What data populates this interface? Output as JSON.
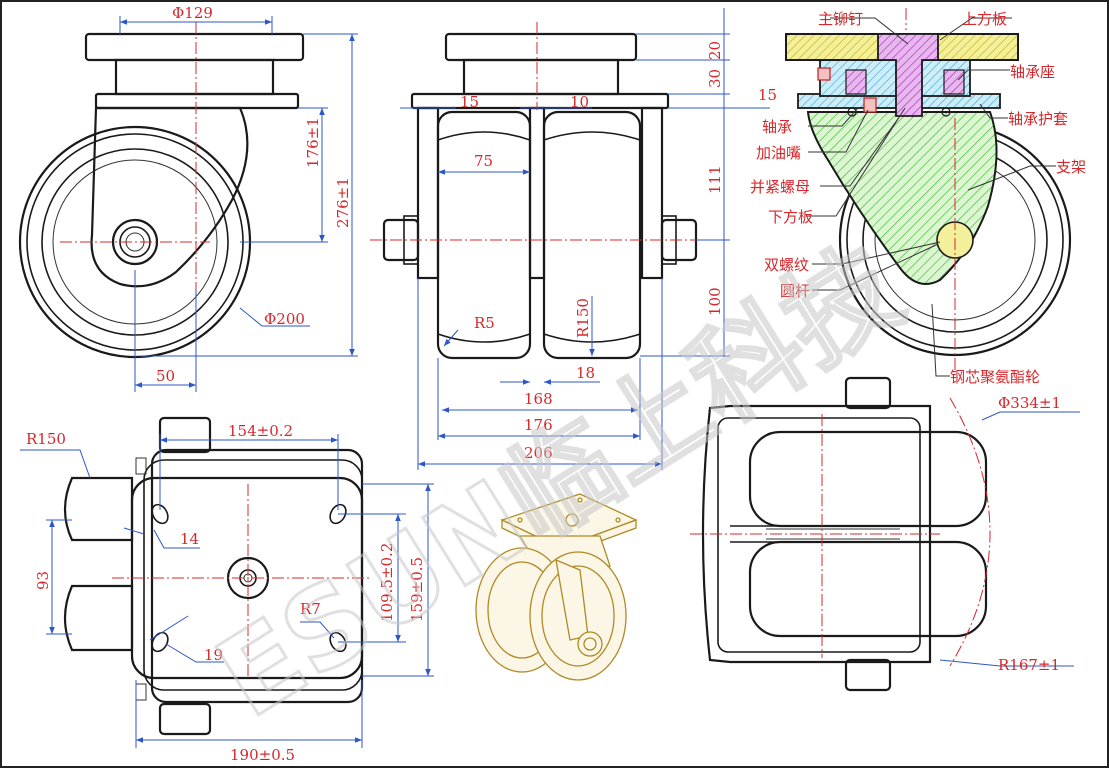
{
  "watermark": "ESUN临上科技",
  "front_view": {
    "dims": [
      "Φ129",
      "176±1",
      "276±1",
      "Φ200",
      "50"
    ]
  },
  "side_view": {
    "dims": [
      "20",
      "30",
      "15",
      "15",
      "10",
      "75",
      "111",
      "100",
      "R5",
      "R150",
      "168",
      "18",
      "176",
      "206"
    ]
  },
  "section_view": {
    "labels": [
      "主铆钉",
      "上方板",
      "轴承座",
      "轴承",
      "加油嘴",
      "轴承护套",
      "支架",
      "并紧螺母",
      "下方板",
      "双螺纹",
      "圆杆",
      "钢芯聚氨酯轮"
    ]
  },
  "top_view": {
    "dims": [
      "R150",
      "154±0.2",
      "14",
      "93",
      "109.5±0.2",
      "159±0.5",
      "R7",
      "19",
      "190±0.5"
    ]
  },
  "bottom_right_view": {
    "dims": [
      "Φ334±1",
      "R167±1"
    ]
  },
  "colors": {
    "dimension_text": "#d6282c",
    "dimension_line": "#2d56c8",
    "outline": "#1a1a1a",
    "hatch_yellow": "#e8e060",
    "hatch_purple": "#c040d0",
    "hatch_green": "#55cc44",
    "hatch_cyan": "#50c0e0",
    "iso_gold": "#b08a25"
  }
}
